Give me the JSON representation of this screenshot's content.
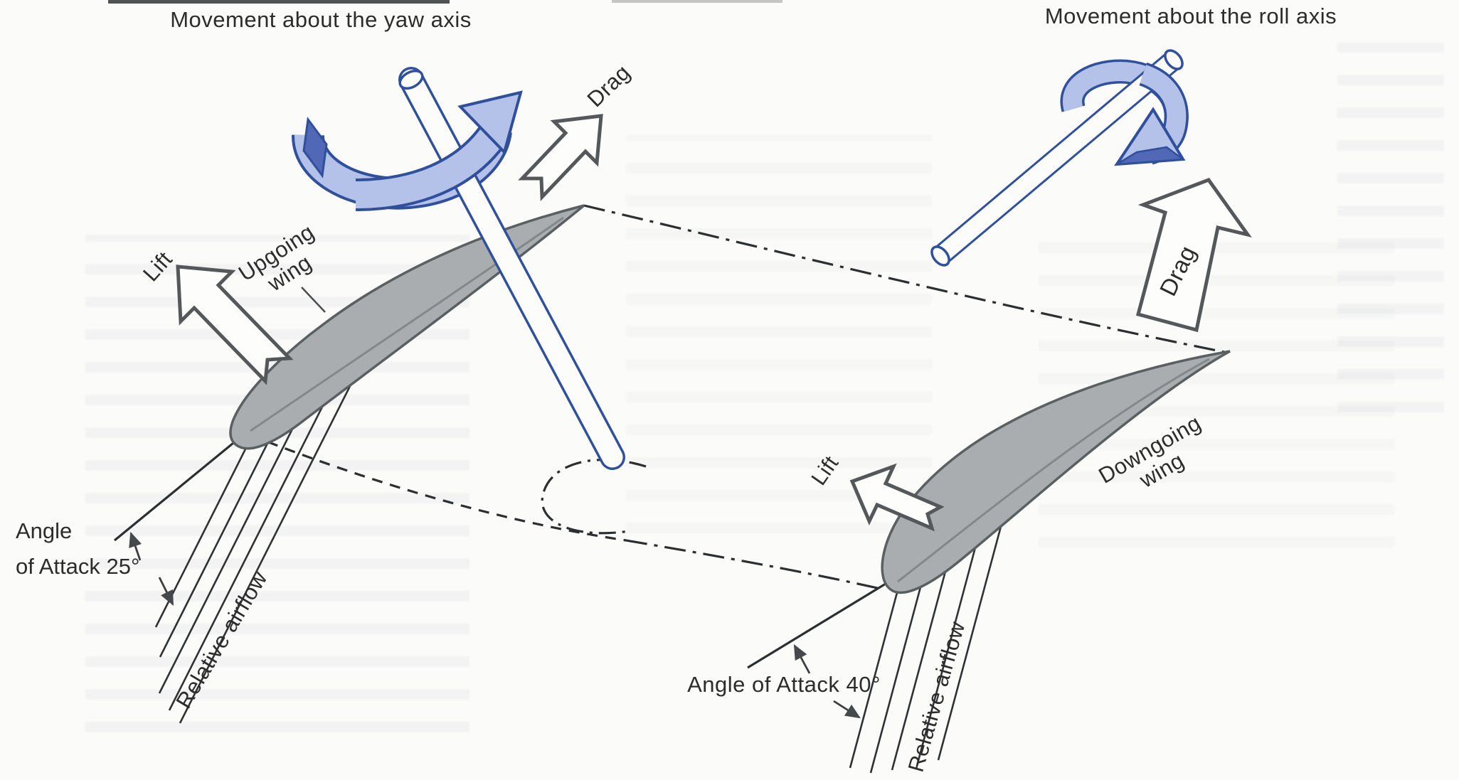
{
  "titles": {
    "yaw": "Movement about the yaw axis",
    "roll": "Movement about the roll axis"
  },
  "left": {
    "lift": "Lift",
    "drag": "Drag",
    "wing_line1": "Upgoing",
    "wing_line2": "wing",
    "aoa_line1": "Angle",
    "aoa_line2": "of Attack 25°",
    "airflow": "Relative airflow"
  },
  "right": {
    "lift": "Lift",
    "drag": "Drag",
    "wing_line1": "Downgoing",
    "wing_line2": "wing",
    "aoa": "Angle of Attack 40°",
    "airflow": "Relative airflow"
  },
  "colors": {
    "axis_blue": "#30509c",
    "ribbon_fill": "#b4c2ea",
    "ribbon_fold": "#5068b5",
    "wing_fill": "#a9adaf",
    "wing_outline": "#5a6062",
    "line_dark": "#2e3234",
    "text": "#2c2c2c",
    "background": "#fbfbf9"
  }
}
